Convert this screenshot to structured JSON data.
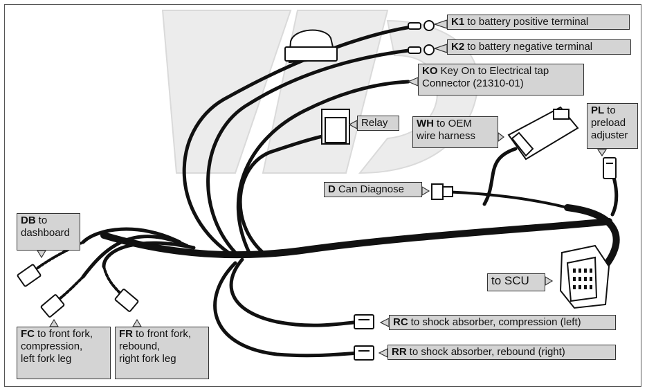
{
  "labels": {
    "k1": {
      "code": "K1",
      "text": "to battery positive terminal"
    },
    "k2": {
      "code": "K2",
      "text": "to battery negative terminal"
    },
    "ko": {
      "code": "KO",
      "text": "Key On to Electrical tap",
      "text2": "Connector (21310-01)"
    },
    "relay": {
      "code": "",
      "text": "Relay"
    },
    "wh": {
      "code": "WH",
      "text": "to OEM",
      "text2": "wire harness"
    },
    "pl": {
      "code": "PL",
      "text": "to",
      "text2": "preload",
      "text3": "adjuster"
    },
    "d": {
      "code": "D",
      "text": "Can Diagnose"
    },
    "db": {
      "code": "DB",
      "text": "to",
      "text2": "dashboard"
    },
    "scu": {
      "code": "",
      "text": "to SCU"
    },
    "rc": {
      "code": "RC",
      "text": "to shock absorber, compression (left)"
    },
    "rr": {
      "code": "RR",
      "text": "to shock absorber, rebound (right)"
    },
    "fc": {
      "code": "FC",
      "text": "to front fork,",
      "text2": "compression,",
      "text3": "left fork leg"
    },
    "fr": {
      "code": "FR",
      "text": "to front fork,",
      "text2": "rebound,",
      "text3": "right fork leg"
    }
  },
  "colors": {
    "label_bg": "#d4d4d4",
    "cable": "#111111",
    "watermark": "#e6e6e6"
  }
}
